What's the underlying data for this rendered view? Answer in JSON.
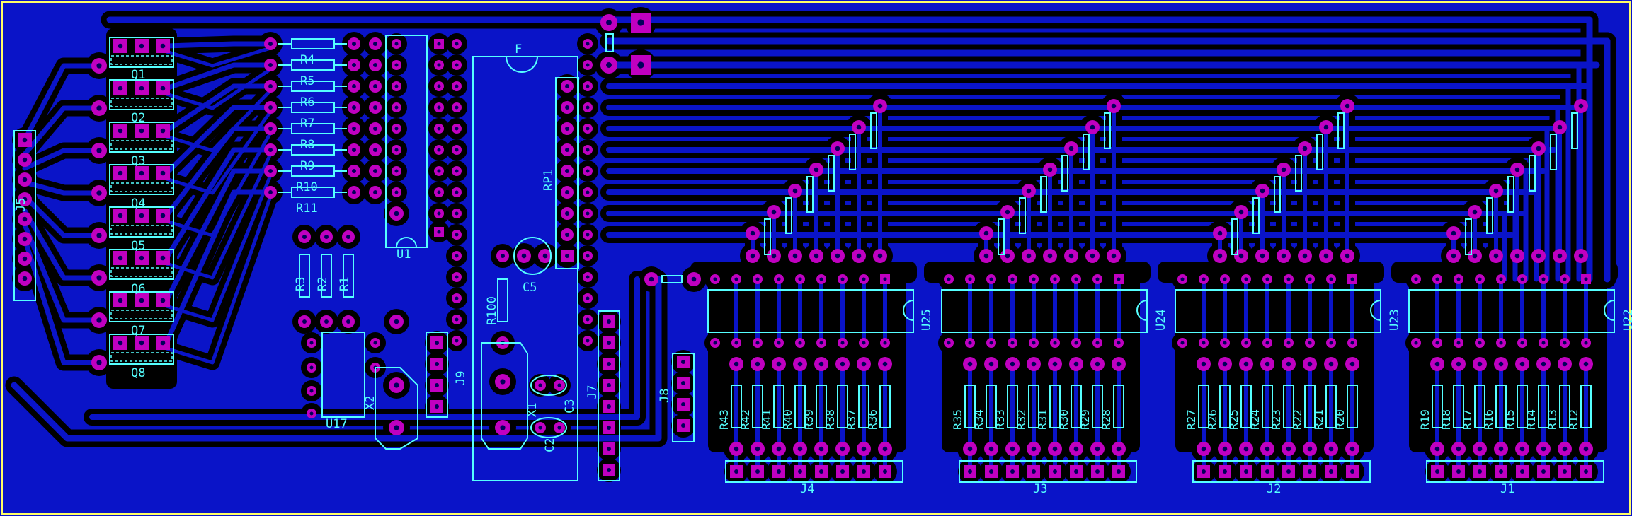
{
  "colors": {
    "background": "#000000",
    "copper_pour": "#0a14c8",
    "trace": "#0a14c8",
    "pad": "#c000c0",
    "hole": "#00005a",
    "silkscreen": "#55ffff",
    "board_outline": "#ffff66"
  },
  "labels": {
    "j5": "J5",
    "q": [
      "Q1",
      "Q2",
      "Q3",
      "Q4",
      "Q5",
      "Q6",
      "Q7",
      "Q8"
    ],
    "r_top": [
      "R4",
      "R5",
      "R6",
      "R7",
      "R8",
      "R9",
      "R10",
      "R11"
    ],
    "r_vert": [
      "R3",
      "R2",
      "R1"
    ],
    "u1": "U1",
    "u17": "U17",
    "x2": "X2",
    "j9": "J9",
    "f": "F",
    "r100": "R100",
    "c5": "C5",
    "x1": "X1",
    "c3": "C3",
    "c2": "C2",
    "rp1": "RP1",
    "j7": "J7",
    "j8": "J8",
    "u_chips": [
      "U25",
      "U24",
      "U23",
      "U22"
    ],
    "connectors": [
      "J4",
      "J3",
      "J2",
      "J1"
    ],
    "r_group_j4": [
      "R43",
      "R42",
      "R41",
      "R40",
      "R39",
      "R38",
      "R37",
      "R36"
    ],
    "r_group_j3": [
      "R35",
      "R34",
      "R33",
      "R32",
      "R31",
      "R30",
      "R29",
      "R28"
    ],
    "r_group_j2": [
      "R27",
      "R26",
      "R25",
      "R24",
      "R23",
      "R22",
      "R21",
      "R20"
    ],
    "r_group_j1": [
      "R19",
      "R18",
      "R17",
      "R16",
      "R15",
      "R14",
      "R13",
      "R12"
    ]
  }
}
